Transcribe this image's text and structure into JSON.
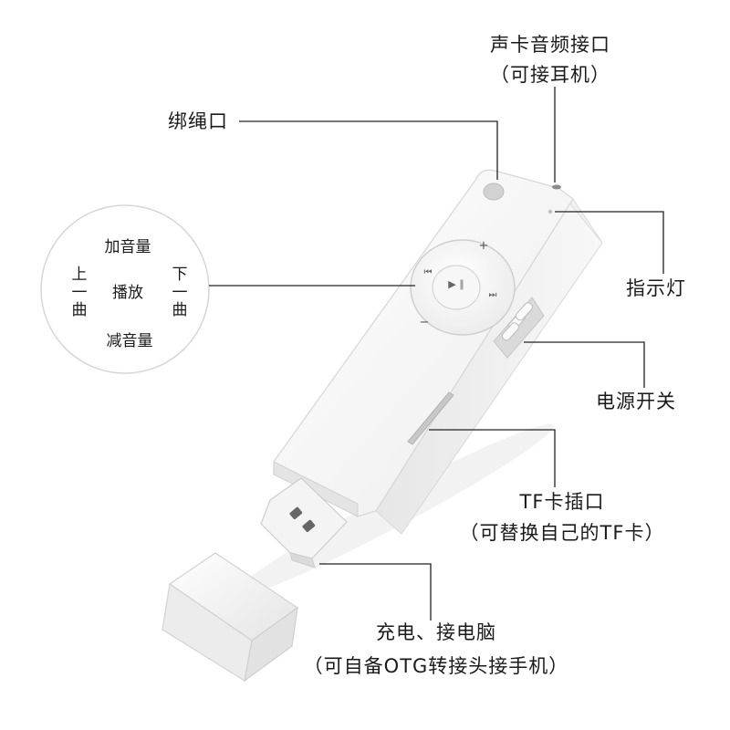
{
  "labels": {
    "audio_port_line1": "声卡音频接口",
    "audio_port_line2": "（可接耳机）",
    "lanyard_hole": "绑绳口",
    "indicator_light": "指示灯",
    "power_switch": "电源开关",
    "tf_slot_line1": "TF卡插口",
    "tf_slot_line2": "（可替换自己的TF卡）",
    "charge_line1": "充电、接电脑",
    "charge_line2": "（可自备OTG转接头接手机）"
  },
  "controls": {
    "volume_up": "加音量",
    "volume_down": "减音量",
    "play": "播放",
    "prev_1": "上",
    "prev_2": "一",
    "prev_3": "曲",
    "next_1": "下",
    "next_2": "一",
    "next_3": "曲"
  },
  "button_glyphs": {
    "plus": "+",
    "minus": "−",
    "prev": "⏮",
    "next": "⏭",
    "play_pause": "▶ ∥"
  },
  "colors": {
    "body": "#f4f4f4",
    "line": "#222222",
    "background": "#ffffff"
  }
}
